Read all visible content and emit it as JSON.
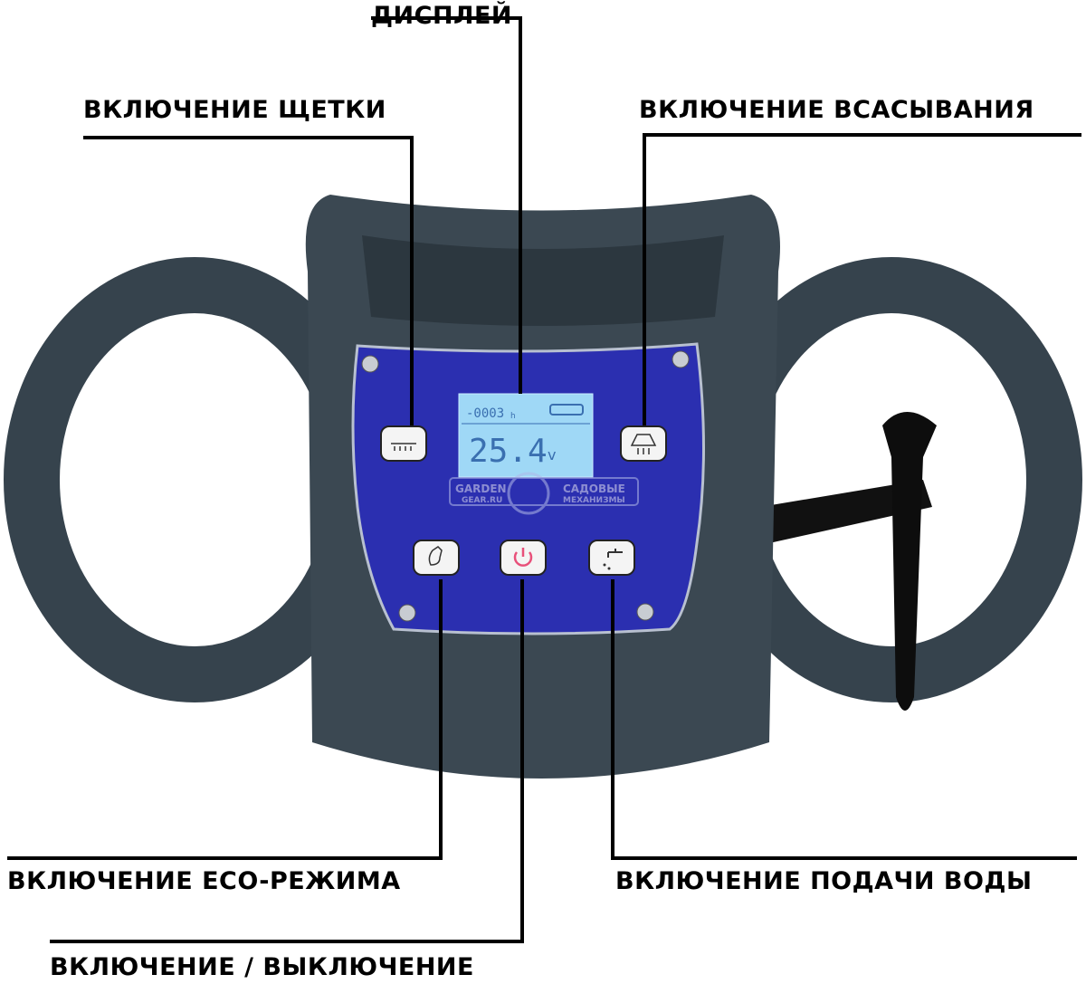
{
  "labels": {
    "display": "ДИСПЛЕЙ",
    "brush": "ВКЛЮЧЕНИЕ ЩЕТКИ",
    "suction": "ВКЛЮЧЕНИЕ ВСАСЫВАНИЯ",
    "eco": "ВКЛЮЧЕНИЕ ECO-РЕЖИМА",
    "water": "ВКЛЮЧЕНИЕ ПОДАЧИ ВОДЫ",
    "power": "ВКЛЮЧЕНИЕ / ВЫКЛЮЧЕНИЕ"
  },
  "lcd": {
    "hours": "-0003",
    "hours_unit": "h",
    "voltage": "25.4",
    "voltage_unit": "v"
  },
  "watermark": {
    "line1": "GARDEN",
    "line2": "GEAR.RU",
    "line3": "САДОВЫЕ",
    "line4": "МЕХАНИЗМЫ"
  },
  "colors": {
    "panel": "#2b2fb0",
    "handle": "#3b4852",
    "lcd": "#9fd8f6",
    "power_icon": "#e8507a"
  }
}
